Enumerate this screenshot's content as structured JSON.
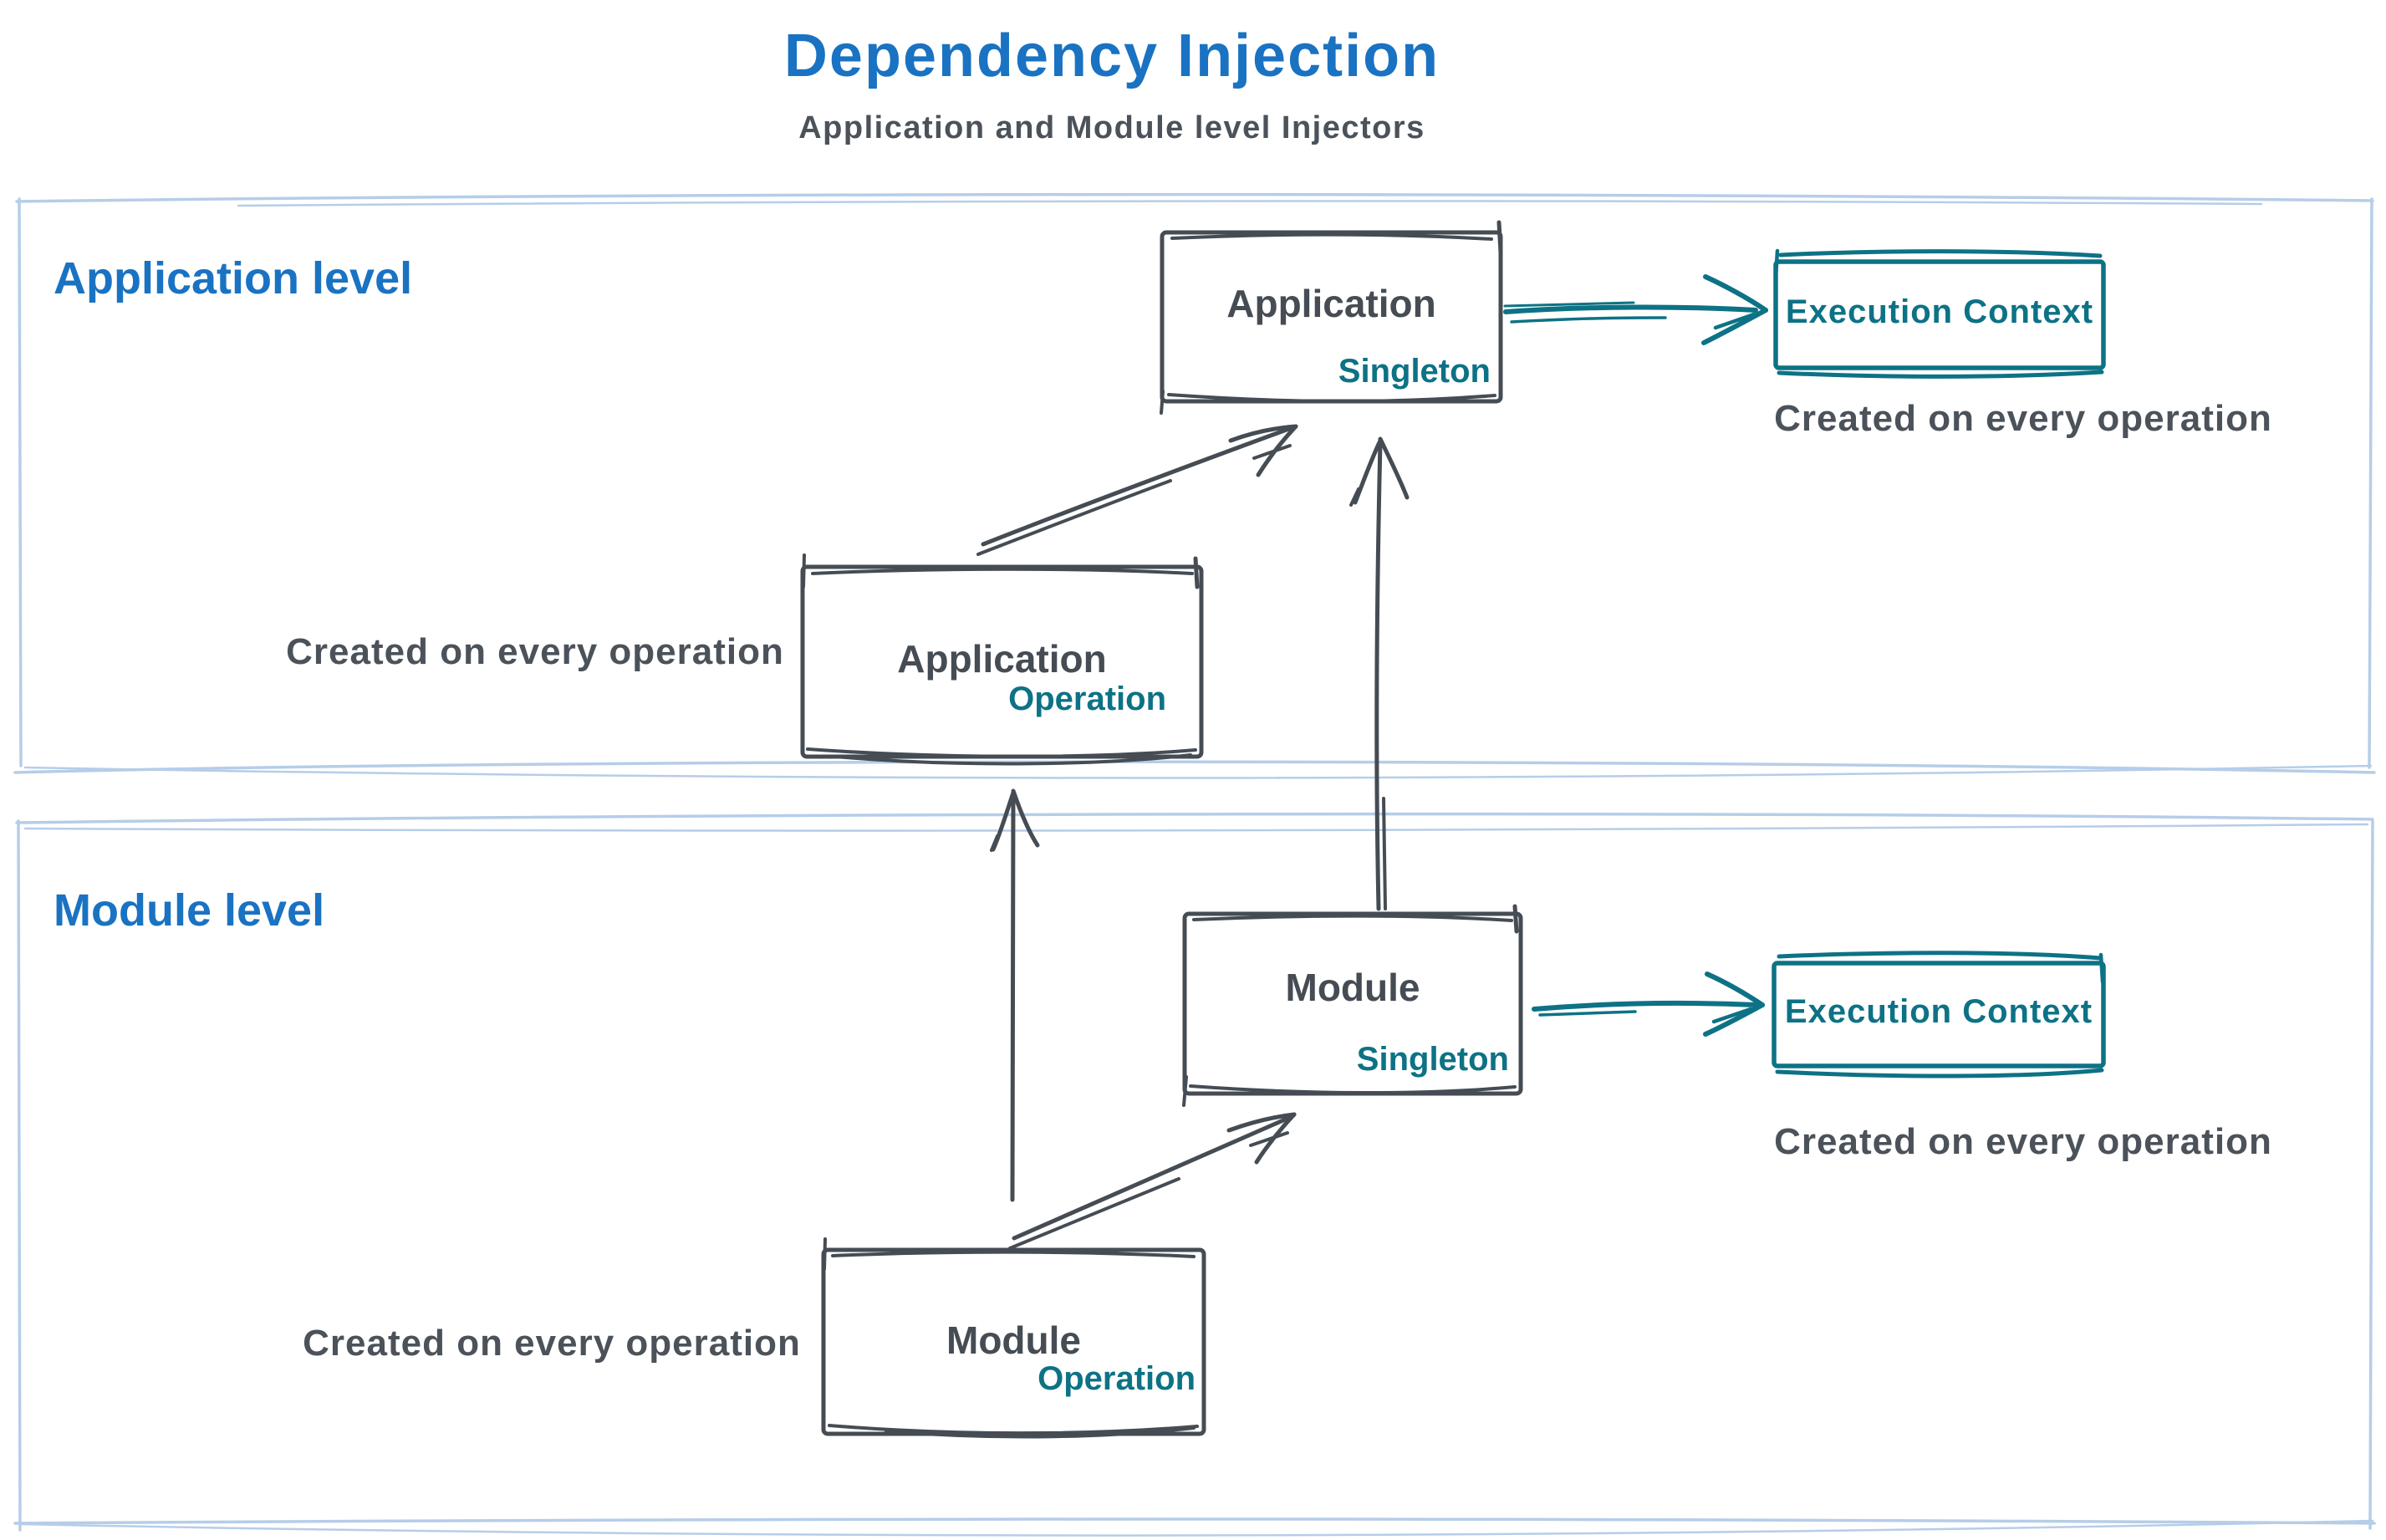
{
  "header": {
    "title": "Dependency Injection",
    "subtitle": "Application and Module level Injectors"
  },
  "application_level": {
    "label": "Application level",
    "singleton_box": {
      "name": "Application",
      "scope": "Singleton"
    },
    "operation_box": {
      "name": "Application",
      "scope": "Operation"
    },
    "operation_note": "Created on every operation",
    "execution_context_box": {
      "label": "Execution Context"
    },
    "execution_note": "Created on every operation"
  },
  "module_level": {
    "label": "Module level",
    "singleton_box": {
      "name": "Module",
      "scope": "Singleton"
    },
    "operation_box": {
      "name": "Module",
      "scope": "Operation"
    },
    "operation_note": "Created on every operation",
    "execution_context_box": {
      "label": "Execution Context"
    },
    "execution_note": "Created on every operation"
  },
  "colors": {
    "accent_blue": "#1a72c2",
    "teal": "#0d7285",
    "dark_stroke": "#454c54",
    "text_gray": "#4b525a",
    "container_border": "#b6cde8",
    "background": "#ffffff"
  }
}
